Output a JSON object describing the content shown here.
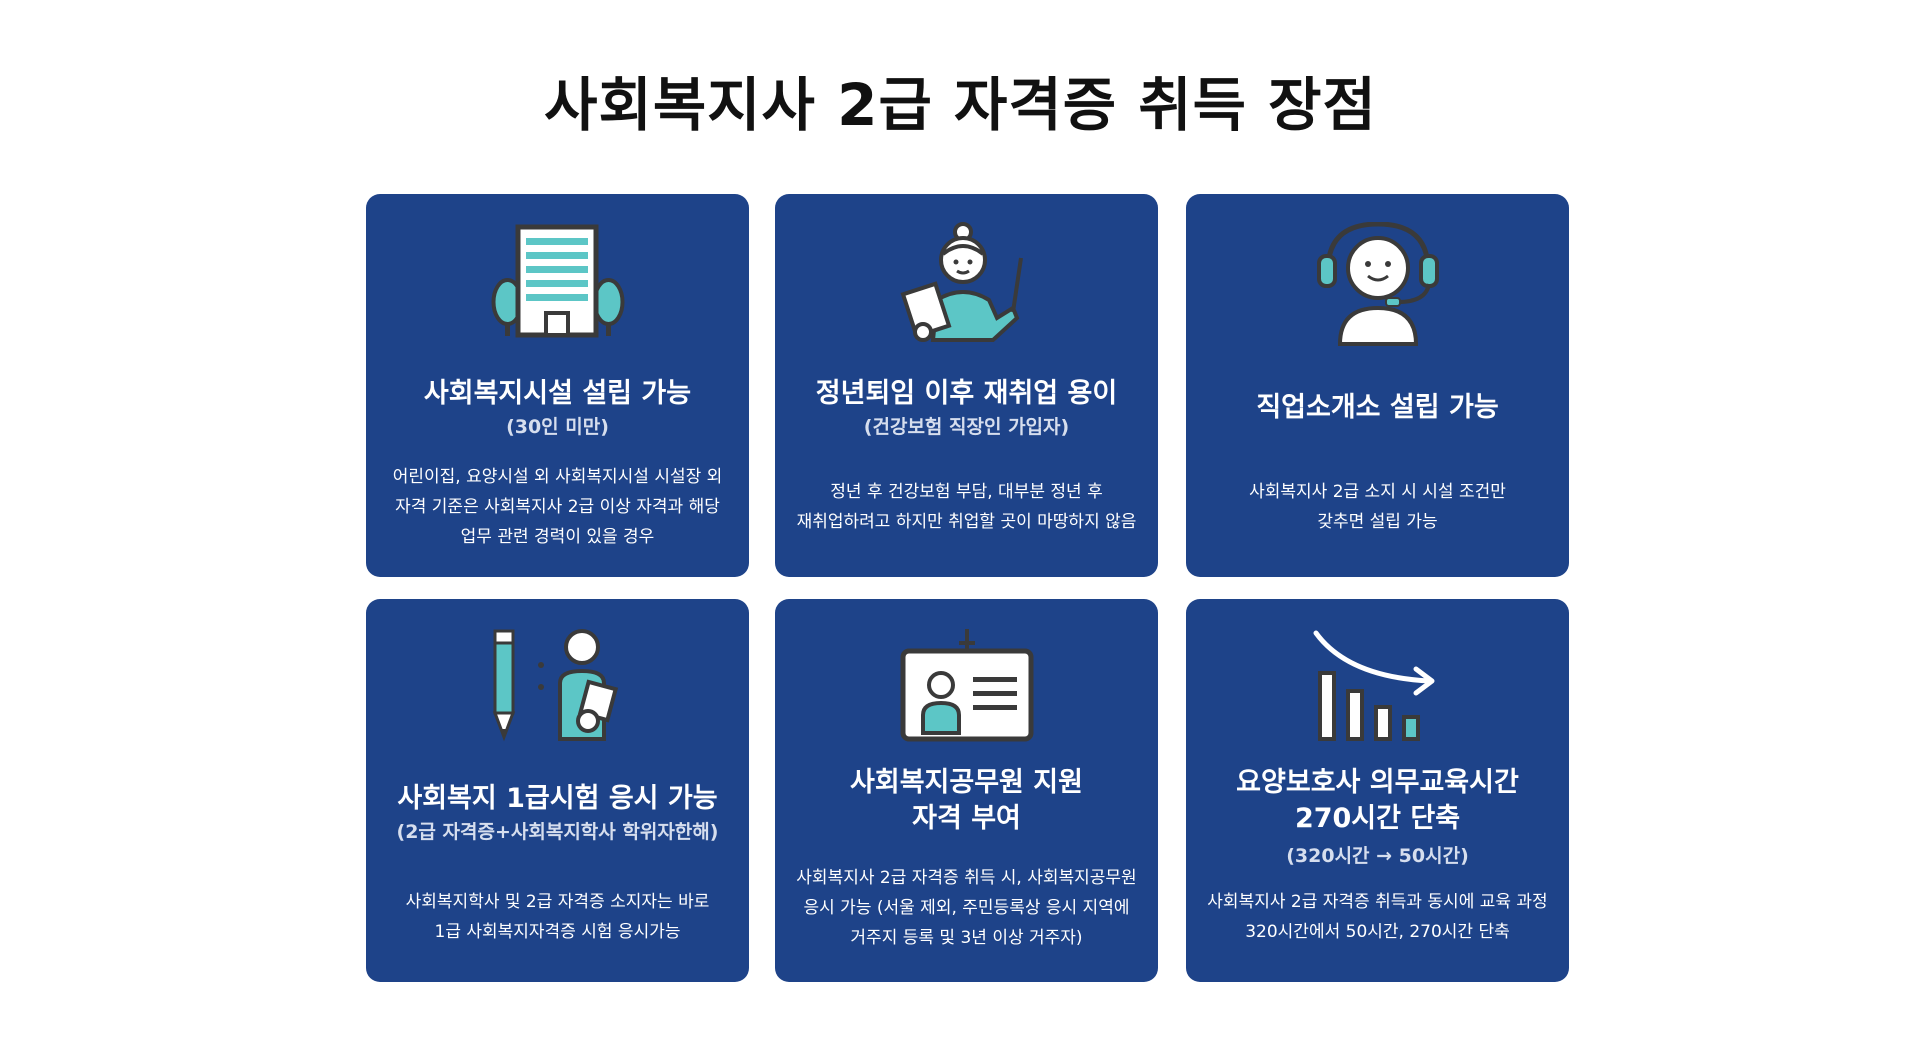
{
  "page": {
    "title": "사회복지사 2급 자격증 취득 장점"
  },
  "colors": {
    "background": "#ffffff",
    "card": "#1e4389",
    "icon_teal": "#5cc6c6",
    "icon_outline": "#3a3a3a"
  },
  "cards": [
    {
      "icon": "building-trees-icon",
      "title": "사회복지시설 설립 가능",
      "subtitle": "(30인 미만)",
      "description": "어린이집, 요양시설 외 사회복지시설 시설장 외\n자격 기준은 사회복지사 2급 이상 자격과 해당\n업무 관련 경력이 있을 경우"
    },
    {
      "icon": "elderly-teacher-icon",
      "title": "정년퇴임 이후 재취업 용이",
      "subtitle": "(건강보험 직장인 가입자)",
      "description": "정년 후 건강보험 부담, 대부분 정년 후\n재취업하려고 하지만 취업할 곳이 마땅하지 않음"
    },
    {
      "icon": "headset-agent-icon",
      "title": "직업소개소 설립 가능",
      "subtitle": "",
      "description": "사회복지사 2급 소지 시 시설 조건만\n갖추면 설립 가능"
    },
    {
      "icon": "pencil-exam-icon",
      "title": "사회복지 1급시험 응시 가능",
      "subtitle": "(2급 자격증+사회복지학사 학위자한해)",
      "description": "사회복지학사 및 2급 자격증 소지자는 바로\n1급 사회복지자격증 시험 응시가능"
    },
    {
      "icon": "id-card-icon",
      "title": "사회복지공무원 지원\n자격 부여",
      "subtitle": "",
      "description": "사회복지사 2급 자격증 취득 시, 사회복지공무원\n응시 가능 (서울 제외, 주민등록상 응시 지역에\n거주지 등록 및 3년 이상 거주자)"
    },
    {
      "icon": "declining-bars-icon",
      "title": "요양보호사 의무교육시간\n270시간 단축",
      "subtitle": "(320시간 → 50시간)",
      "description": "사회복지사 2급 자격증 취득과 동시에 교육 과정\n320시간에서 50시간, 270시간 단축"
    }
  ]
}
